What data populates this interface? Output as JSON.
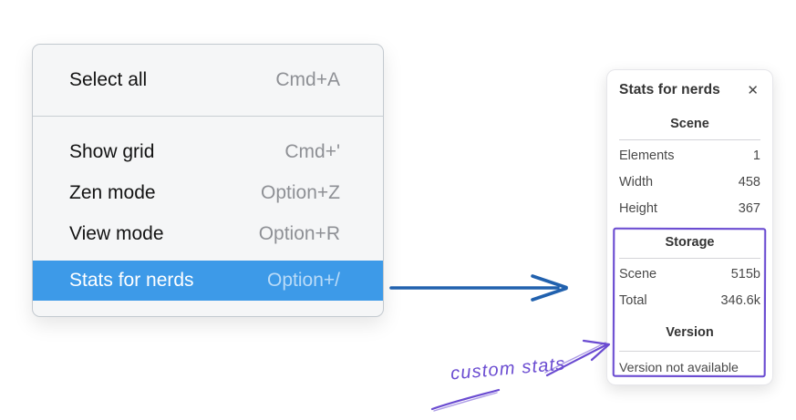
{
  "menu": {
    "items_top": [
      {
        "label": "Select all",
        "shortcut": "Cmd+A"
      }
    ],
    "items_bottom": [
      {
        "label": "Show grid",
        "shortcut": "Cmd+'"
      },
      {
        "label": "Zen mode",
        "shortcut": "Option+Z"
      },
      {
        "label": "View mode",
        "shortcut": "Option+R"
      },
      {
        "label": "Stats for nerds",
        "shortcut": "Option+/"
      }
    ],
    "selected_item": "Stats for nerds"
  },
  "stats_panel": {
    "title": "Stats for nerds",
    "close_icon": "✕",
    "scene": {
      "heading": "Scene",
      "rows": [
        {
          "label": "Elements",
          "value": "1"
        },
        {
          "label": "Width",
          "value": "458"
        },
        {
          "label": "Height",
          "value": "367"
        }
      ]
    },
    "storage": {
      "heading": "Storage",
      "rows": [
        {
          "label": "Scene",
          "value": "515b"
        },
        {
          "label": "Total",
          "value": "346.6k"
        }
      ]
    },
    "version": {
      "heading": "Version",
      "note": "Version not available"
    }
  },
  "annotation": {
    "label": "custom stats"
  },
  "colors": {
    "menu_highlight": "#3d9ae8",
    "menu_highlight_text": "#ffffff",
    "arrow_blue": "#2161ae",
    "annotation_purple": "#6a4bd1"
  }
}
